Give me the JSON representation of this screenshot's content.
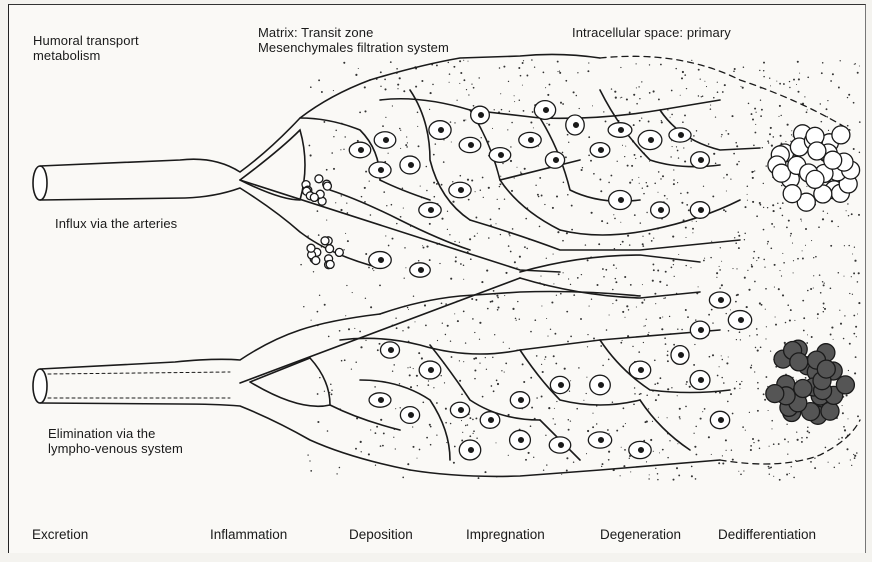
{
  "top_labels": {
    "humoral": [
      "Humoral transport",
      "metabolism"
    ],
    "matrix": [
      "Matrix: Transit zone",
      "Mesenchymales filtration system"
    ],
    "intracellular": "Intracellular space: primary"
  },
  "side_labels": {
    "influx": "Influx via the arteries",
    "elimination": [
      "Elimination via the",
      "lympho-venous system"
    ]
  },
  "stages": [
    "Excretion",
    "Inflammation",
    "Deposition",
    "Impregnation",
    "Degeneration",
    "Dedifferentiation"
  ],
  "colors": {
    "ink": "#1a1a1a",
    "paper": "#faf9f6",
    "stipple": "#333333"
  }
}
